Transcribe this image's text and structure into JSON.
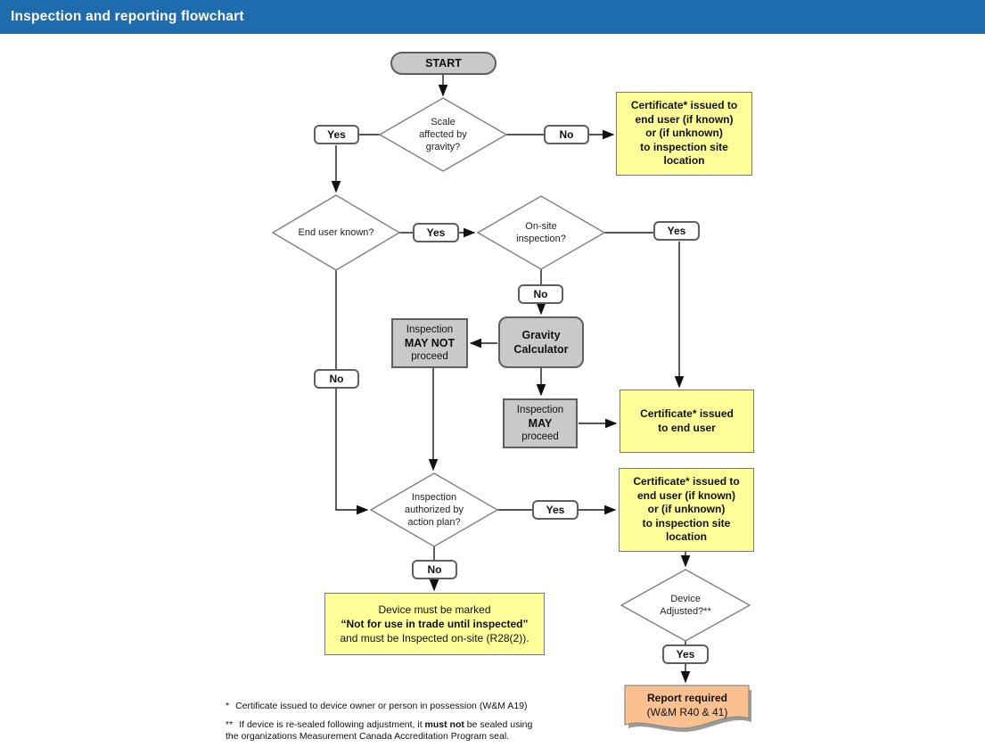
{
  "title": "Inspection and reporting flowchart",
  "colors": {
    "header_bg": "#1E6BAD",
    "header_fg": "#FFFFFF",
    "process_gray": "#C9C9C9",
    "note_yellow": "#FFFF99",
    "report_orange": "#FAC090",
    "shape_border": "#5F5F5F",
    "diamond_border": "#7F7F7F",
    "connector": "#1A1A1A"
  },
  "edge_labels": {
    "yes": "Yes",
    "no": "No"
  },
  "nodes": {
    "start": {
      "label": "START"
    },
    "d_gravity": {
      "label": "Scale\naffected by\ngravity?"
    },
    "d_enduser": {
      "label": "End user known?"
    },
    "d_onsite": {
      "label": "On-site\ninspection?"
    },
    "d_authorized": {
      "label": "Inspection\nauthorized by\naction plan?"
    },
    "d_adjusted": {
      "label": "Device\nAdjusted?**"
    },
    "gravity_calc": {
      "label": "Gravity\nCalculator"
    },
    "may_not": {
      "line1": "Inspection",
      "line2": "MAY NOT",
      "line3": "proceed"
    },
    "may": {
      "line1": "Inspection",
      "line2": "MAY",
      "line3": "proceed"
    },
    "cert_full": {
      "text": "Certificate* issued to\nend user (if known)\nor (if unknown)\nto inspection site\nlocation"
    },
    "cert_short": {
      "text": "Certificate* issued\nto end user"
    },
    "device_marked": {
      "line1": "Device must be marked",
      "line2": "“Not for use in trade until inspected”",
      "line3": "and must be Inspected on-site (R28(2))."
    },
    "report": {
      "line1": "Report required",
      "line2": "(W&M R40 & 41)"
    }
  },
  "footnotes": {
    "f1_marker": "*",
    "f1_text": "Certificate issued to device owner or person in possession (W&M A19)",
    "f2_marker": "**",
    "f2_pre": "If device is re-sealed following adjustment, it ",
    "f2_bold": "must not",
    "f2_post": " be sealed using the organizations Measurement Canada Accreditation Program seal."
  }
}
